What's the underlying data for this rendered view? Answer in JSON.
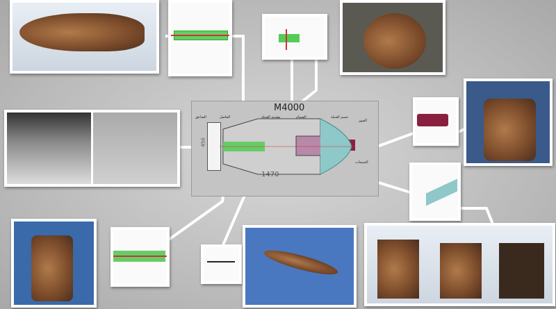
{
  "diagram": {
    "title": "M4000",
    "dimension_length": "1470",
    "dimension_width": "450",
    "labels": [
      "الصاعق",
      "الفاصل",
      "مقدمة القنبلة",
      "الصمام",
      "جسم القنبلة",
      "الجنيحات",
      "الفيوز"
    ]
  },
  "colors": {
    "background": "#bdbdbd",
    "frame": "#ffffff",
    "explosive": "#b888a8",
    "fin": "#8ec8c8",
    "fuze": "#3a9a3a"
  }
}
